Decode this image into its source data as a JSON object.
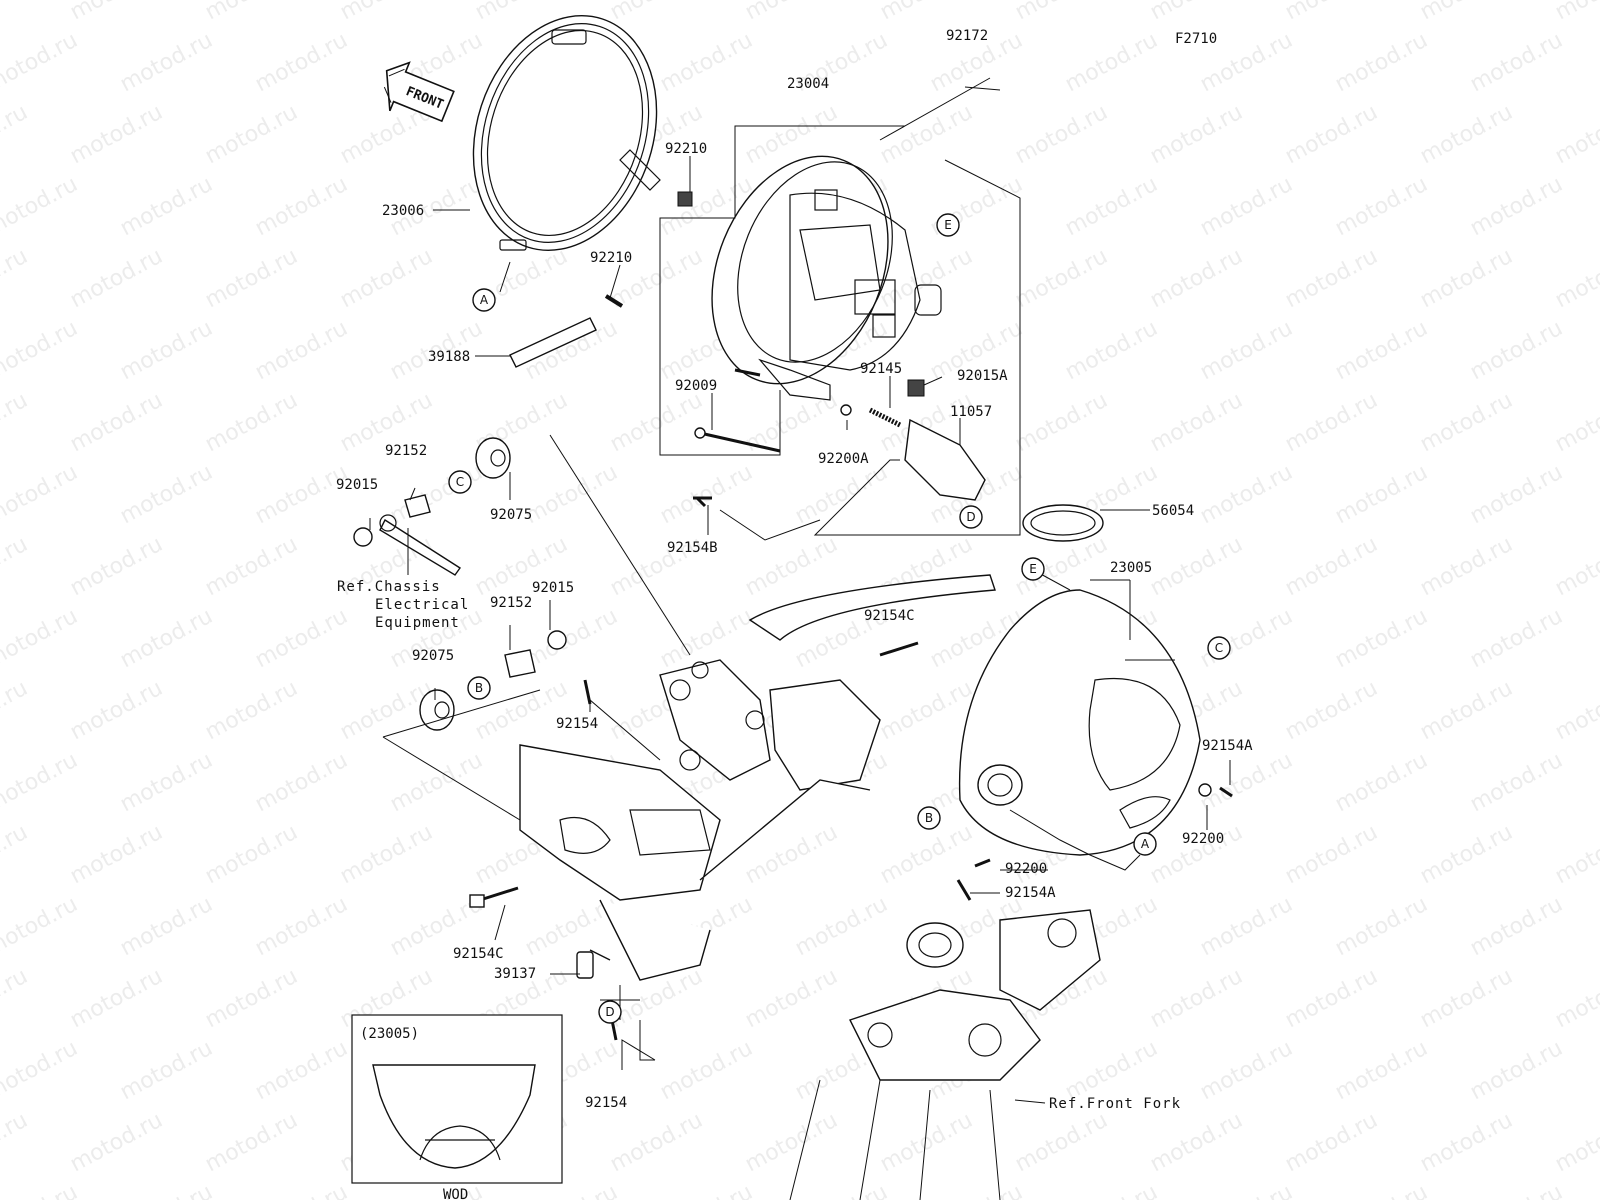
{
  "figure_code": "F2710",
  "watermark": "motod.ru",
  "front_arrow": "FRONT",
  "labels": {
    "p92172": "92172",
    "p23004": "23004",
    "p92210a": "92210",
    "p23006": "23006",
    "p92210b": "92210",
    "p39188": "39188",
    "p92009": "92009",
    "p92145": "92145",
    "p92015A": "92015A",
    "p11057": "11057",
    "p92200A": "92200A",
    "p92154B": "92154B",
    "p56054": "56054",
    "p23005": "23005",
    "p92152a": "92152",
    "p92015a": "92015",
    "p92075a": "92075",
    "p92015b": "92015",
    "p92152b": "92152",
    "p92075b": "92075",
    "p92154C_a": "92154C",
    "p92154_a": "92154",
    "p92154A_a": "92154A",
    "p92200_a": "92200",
    "p92200_b": "92200",
    "p92154A_b": "92154A",
    "p92154C_b": "92154C",
    "p39137": "39137",
    "p92154_b": "92154"
  },
  "refs": {
    "chassis_line1": "Ref.Chassis",
    "chassis_line2": "Electrical",
    "chassis_line3": "Equipment",
    "front_fork": "Ref.Front Fork"
  },
  "callouts": {
    "A": "A",
    "B": "B",
    "C": "C",
    "D": "D",
    "E": "E"
  },
  "inset": {
    "title": "(23005)",
    "caption": "WOD"
  }
}
